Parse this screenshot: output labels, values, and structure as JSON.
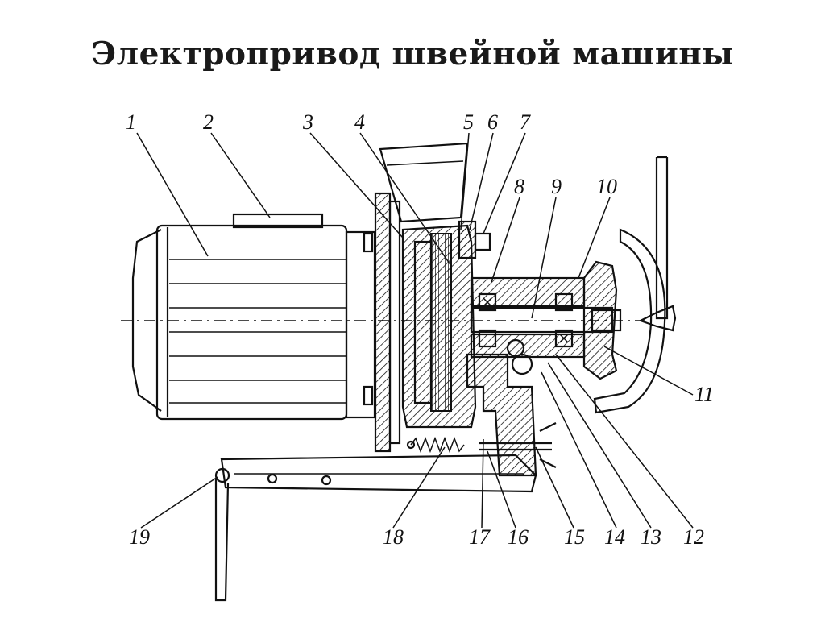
{
  "title": "Электропривод швейной машины",
  "callouts": [
    "1",
    "2",
    "3",
    "4",
    "5",
    "6",
    "7",
    "8",
    "9",
    "10",
    "11",
    "12",
    "13",
    "14",
    "15",
    "16",
    "17",
    "18",
    "19"
  ]
}
